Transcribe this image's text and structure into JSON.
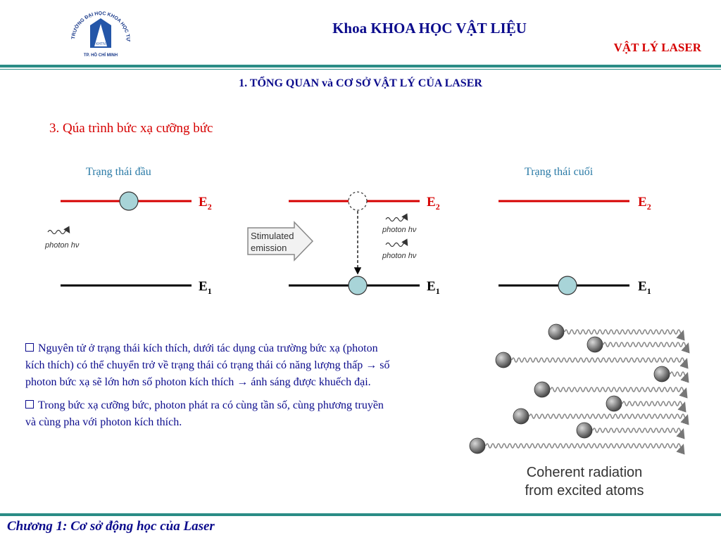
{
  "header": {
    "logo_text_top": "TRƯỜNG ĐẠI HỌC KHOA HỌC TỰ NHIÊN",
    "logo_text_bottom": "TP. HỒ CHÍ MINH",
    "logo_badge": "KHTN",
    "faculty": "Khoa KHOA HỌC VẬT LIỆU",
    "course": "VẬT LÝ LASER"
  },
  "section_title": "1. TỔNG QUAN và CƠ SỞ VẬT LÝ CỦA LASER",
  "topic": "3. Qúa trình bức xạ cưỡng bức",
  "diagram": {
    "initial_state": "Trạng thái đầu",
    "final_state": "Trạng thái cuối",
    "level_upper": "E",
    "level_upper_sub": "2",
    "level_lower": "E",
    "level_lower_sub": "1",
    "photon_label": "photon hν",
    "arrow_label_1": "Stimulated",
    "arrow_label_2": "emission"
  },
  "paragraphs": [
    "Nguyên tử ở trạng thái kích thích, dưới tác dụng của trường bức xạ (photon kích thích) có thể chuyển trở về trạng thái có trạng thái có năng lượng thấp → số photon bức xạ sẽ lớn hơn số photon kích thích → ánh sáng được khuếch đại.",
    "Trong bức xạ cưỡng bức, photon phát ra có cùng tần số, cùng phương truyền và cùng pha với photon kích thích."
  ],
  "coherent_caption_1": "Coherent radiation",
  "coherent_caption_2": "from excited atoms",
  "footer": "Chương 1: Cơ sở động học của Laser",
  "colors": {
    "teal": "#2a8c86",
    "navy": "#0b0b8c",
    "red": "#d60000",
    "atom": "#a8d4d8"
  }
}
